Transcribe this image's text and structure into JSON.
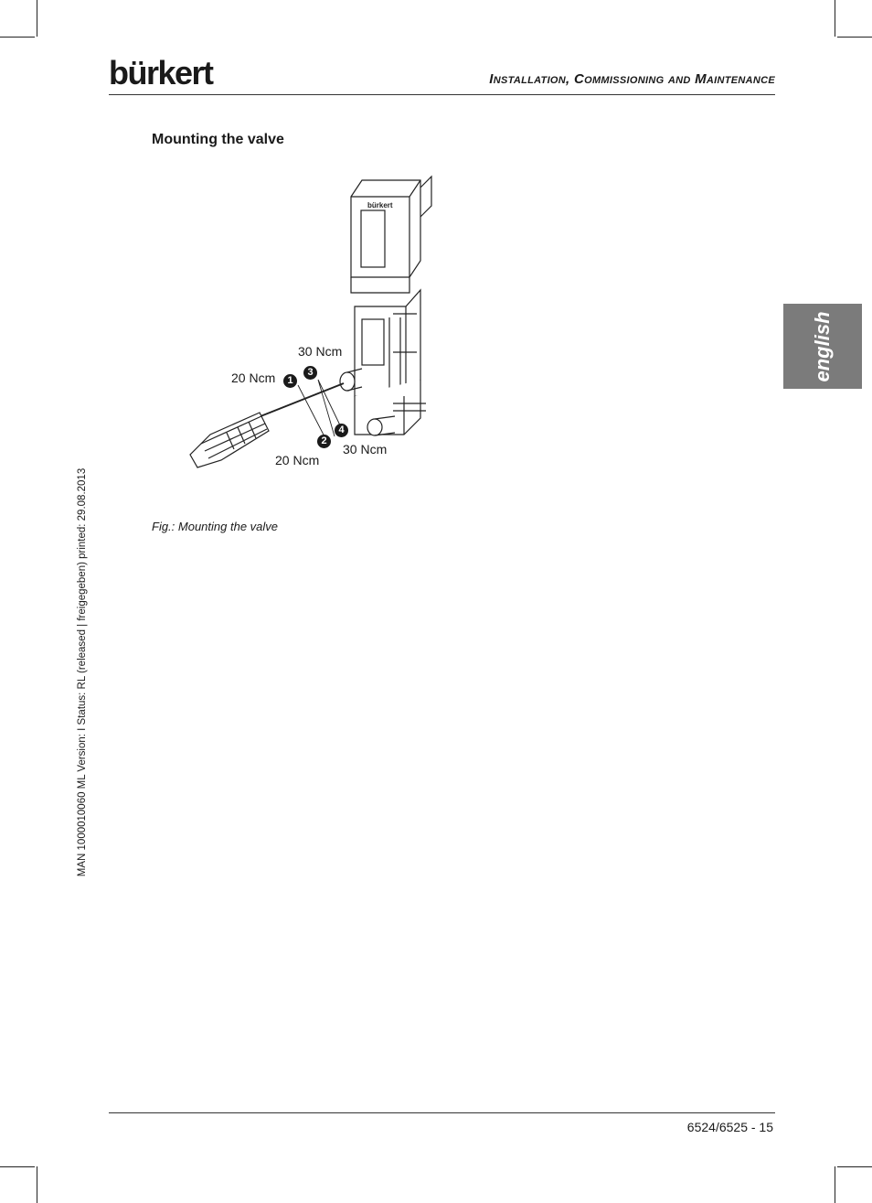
{
  "header": {
    "brand": "bürkert",
    "title": "Installation, Commissioning and Maintenance"
  },
  "section": {
    "title": "Mounting the valve"
  },
  "figure": {
    "device_brand": "bürkert",
    "labels": {
      "torque_top": "30 Ncm",
      "torque_left": "20 Ncm",
      "torque_bottom_left": "20 Ncm",
      "torque_bottom_right": "30 Ncm"
    },
    "markers": [
      "1",
      "2",
      "3",
      "4"
    ],
    "caption": "Fig.: Mounting the valve"
  },
  "side_tab": {
    "label": "english"
  },
  "document_meta": "MAN 1000010060 ML Version: I Status: RL (released | freigegeben) printed: 29.08.2013",
  "footer": {
    "page": "6524/6525 - 15"
  }
}
